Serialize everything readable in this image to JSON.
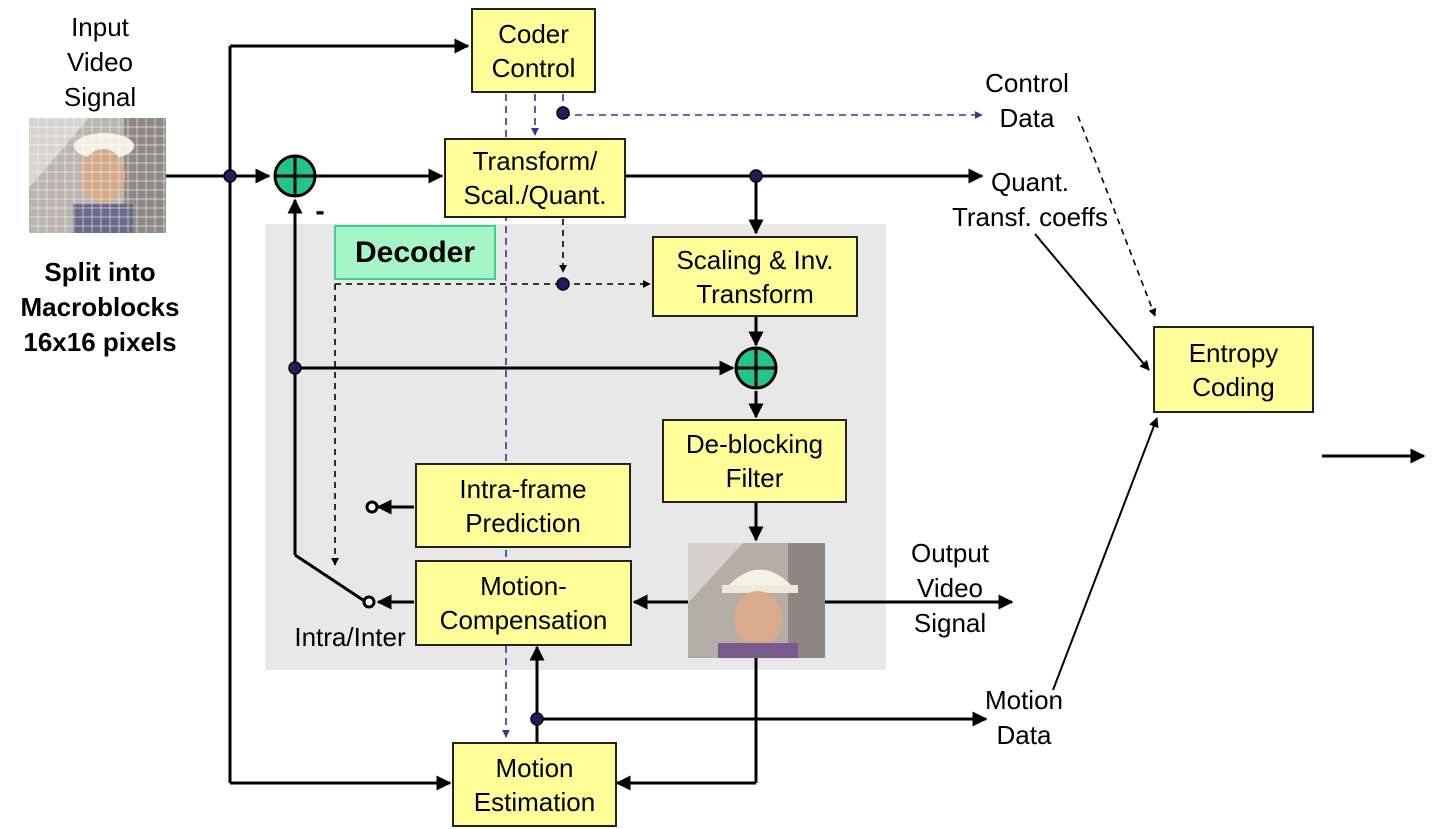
{
  "labels": {
    "input_signal": "Input\nVideo\nSignal",
    "split_note": "Split into\nMacroblocks\n16x16 pixels",
    "control_data": "Control\nData",
    "quant_coeffs": "Quant.\nTransf. coeffs",
    "output_signal": "Output\nVideo\nSignal",
    "motion_data": "Motion\nData",
    "intra_inter": "Intra/Inter",
    "minus_sign": "-"
  },
  "blocks": {
    "coder_control": "Coder\nControl",
    "transform": "Transform/\nScal./Quant.",
    "scaling_inv": "Scaling & Inv.\nTransform",
    "entropy": "Entropy\nCoding",
    "deblocking": "De-blocking\nFilter",
    "intra_pred": "Intra-frame\nPrediction",
    "motion_comp": "Motion-\nCompensation",
    "motion_est": "Motion\nEstimation"
  },
  "decoder_tag": "Decoder",
  "colors": {
    "block_fill": "#ffff99",
    "adder_fill": "#22c48a",
    "decoder_panel": "#e8e8e8",
    "decoder_tag_fill": "#a6f5c9",
    "control_line": "#333399",
    "node": "#1a1f5e"
  },
  "icons": {
    "adder": "circle-plus-icon",
    "node": "junction-dot-icon",
    "switch": "switch-icon"
  }
}
